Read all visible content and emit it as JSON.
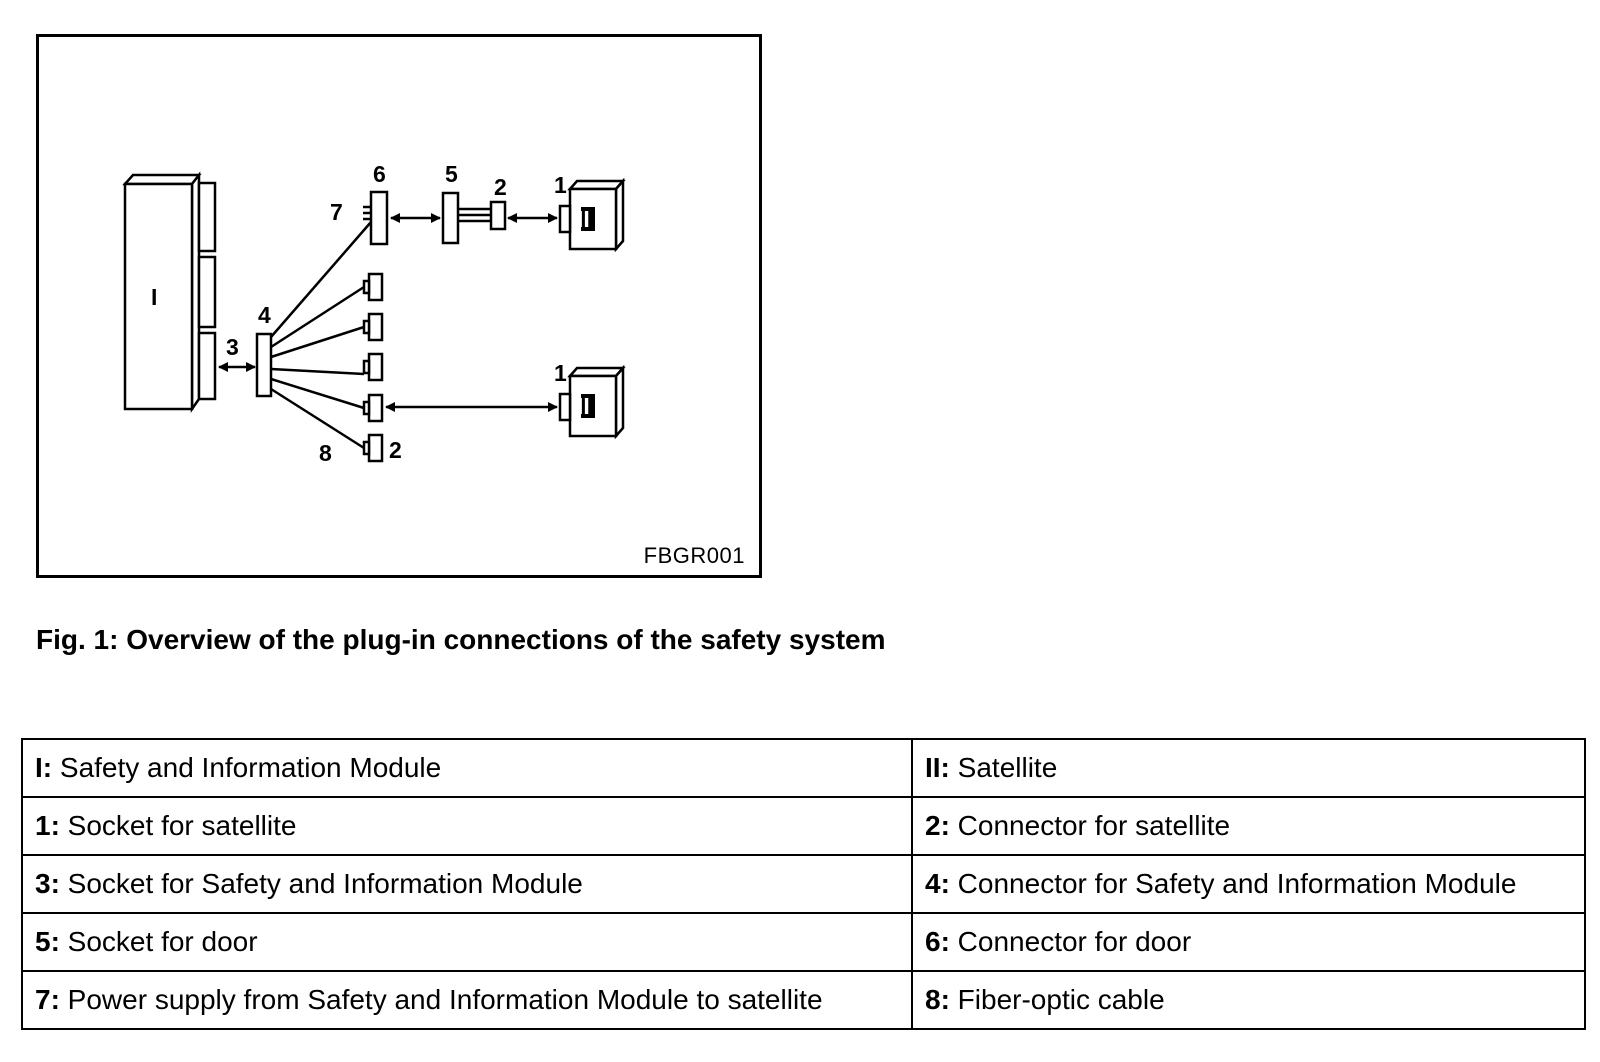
{
  "figure": {
    "code": "FBGR001",
    "callouts": {
      "module": "I",
      "sat_upper": "II",
      "sat_lower": "II",
      "n1_upper": "1",
      "n1_lower": "1",
      "n2_upper": "2",
      "n2_lower": "2",
      "n3": "3",
      "n4": "4",
      "n5": "5",
      "n6": "6",
      "n7": "7",
      "n8": "8"
    }
  },
  "caption": "Fig. 1: Overview of the plug-in connections of the safety system",
  "legend": [
    {
      "left": {
        "key": "I:",
        "text": " Safety and Information Module"
      },
      "right": {
        "key": "II:",
        "text": " Satellite"
      }
    },
    {
      "left": {
        "key": "1:",
        "text": " Socket for satellite"
      },
      "right": {
        "key": "2:",
        "text": " Connector for satellite"
      }
    },
    {
      "left": {
        "key": "3:",
        "text": " Socket for Safety and Information Module"
      },
      "right": {
        "key": "4:",
        "text": " Connector for Safety and Information Module"
      }
    },
    {
      "left": {
        "key": "5:",
        "text": " Socket for door"
      },
      "right": {
        "key": "6:",
        "text": " Connector for door"
      }
    },
    {
      "left": {
        "key": "7:",
        "text": " Power supply from Safety and Information Module to satellite"
      },
      "right": {
        "key": "8:",
        "text": " Fiber-optic cable"
      }
    }
  ]
}
